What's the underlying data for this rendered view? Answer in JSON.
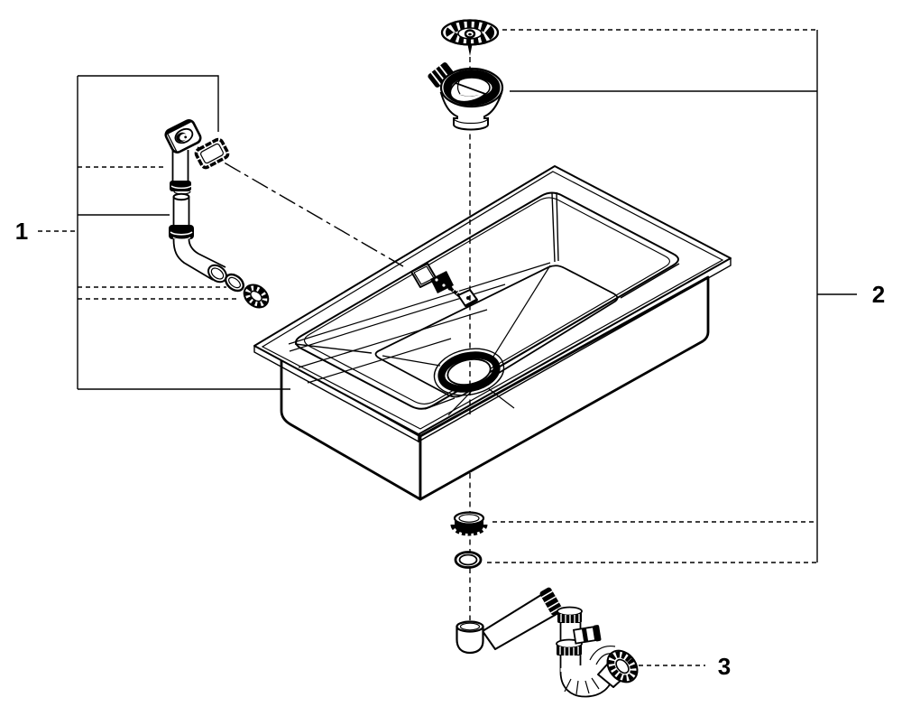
{
  "diagram": {
    "background_color": "#ffffff",
    "line_color": "#000000",
    "callouts": {
      "part1_label": "1",
      "part2_label": "2",
      "part3_label": "3"
    }
  }
}
